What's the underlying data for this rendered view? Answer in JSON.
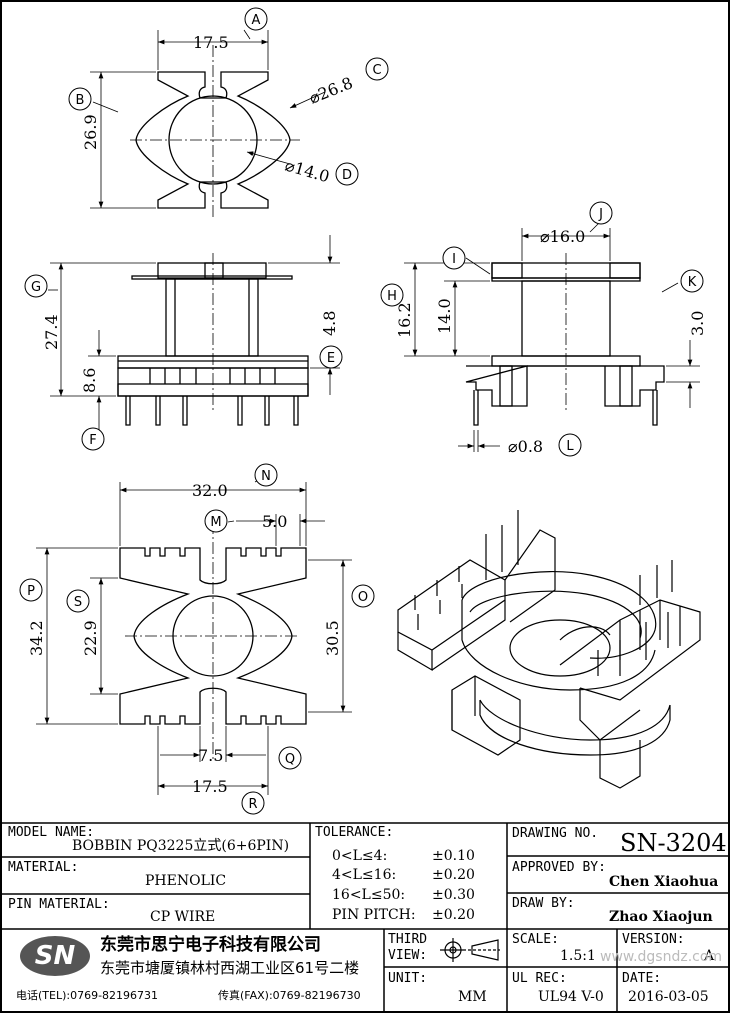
{
  "views": {
    "top": {
      "dims": {
        "a": "17.5",
        "b": "26.9",
        "c": "⌀26.8",
        "d": "⌀14.0"
      },
      "labels": {
        "a": "A",
        "b": "B",
        "c": "C",
        "d": "D"
      }
    },
    "front": {
      "dims": {
        "g": "27.4",
        "e": "4.8",
        "f": "8.6"
      },
      "labels": {
        "g": "G",
        "e": "E",
        "f": "F"
      }
    },
    "side": {
      "dims": {
        "j": "⌀16.0",
        "h": "16.2",
        "i": "14.0",
        "k": "3.0",
        "l": "⌀0.8"
      },
      "labels": {
        "j": "J",
        "h": "H",
        "i": "I",
        "k": "K",
        "l": "L"
      }
    },
    "bottom": {
      "dims": {
        "n": "32.0",
        "m": "5.0",
        "p": "34.2",
        "s": "22.9",
        "o": "30.5",
        "q": "7.5",
        "r": "17.5"
      },
      "labels": {
        "n": "N",
        "m": "M",
        "p": "P",
        "s": "S",
        "o": "O",
        "q": "Q",
        "r": "R"
      }
    }
  },
  "title_block": {
    "model_label": "MODEL NAME:",
    "model_value": "BOBBIN PQ3225立式(6+6PIN)",
    "material_label": "MATERIAL:",
    "material_value": "PHENOLIC",
    "pin_material_label": "PIN MATERIAL:",
    "pin_material_value": "CP WIRE",
    "tolerance_label": "TOLERANCE:",
    "tolerances": [
      {
        "range": "0<L≤4:",
        "value": "±0.10"
      },
      {
        "range": "4<L≤16:",
        "value": "±0.20"
      },
      {
        "range": "16<L≤50:",
        "value": "±0.30"
      },
      {
        "range": "PIN PITCH:",
        "value": "±0.20"
      }
    ],
    "drawing_no_label": "DRAWING NO.",
    "drawing_no_value": "SN-3204",
    "approved_label": "APPROVED BY:",
    "approved_value": "Chen Xiaohua",
    "draw_label": "DRAW BY:",
    "draw_value": "Zhao Xiaojun",
    "logo": "SN",
    "company_name": "东莞市思宁电子科技有限公司",
    "company_address": "东莞市塘厦镇林村西湖工业区61号二楼",
    "tel": "电话(TEL):0769-82196731",
    "fax": "传真(FAX):0769-82196730",
    "third_view_label": "THIRD VIEW:",
    "unit_label": "UNIT:",
    "unit_value": "MM",
    "scale_label": "SCALE:",
    "scale_value": "1.5:1",
    "version_label": "VERSION:",
    "version_value": "A",
    "ul_label": "UL REC:",
    "ul_value": "UL94 V-0",
    "date_label": "DATE:",
    "date_value": "2016-03-05",
    "watermark": "www.dgsndz.com"
  }
}
